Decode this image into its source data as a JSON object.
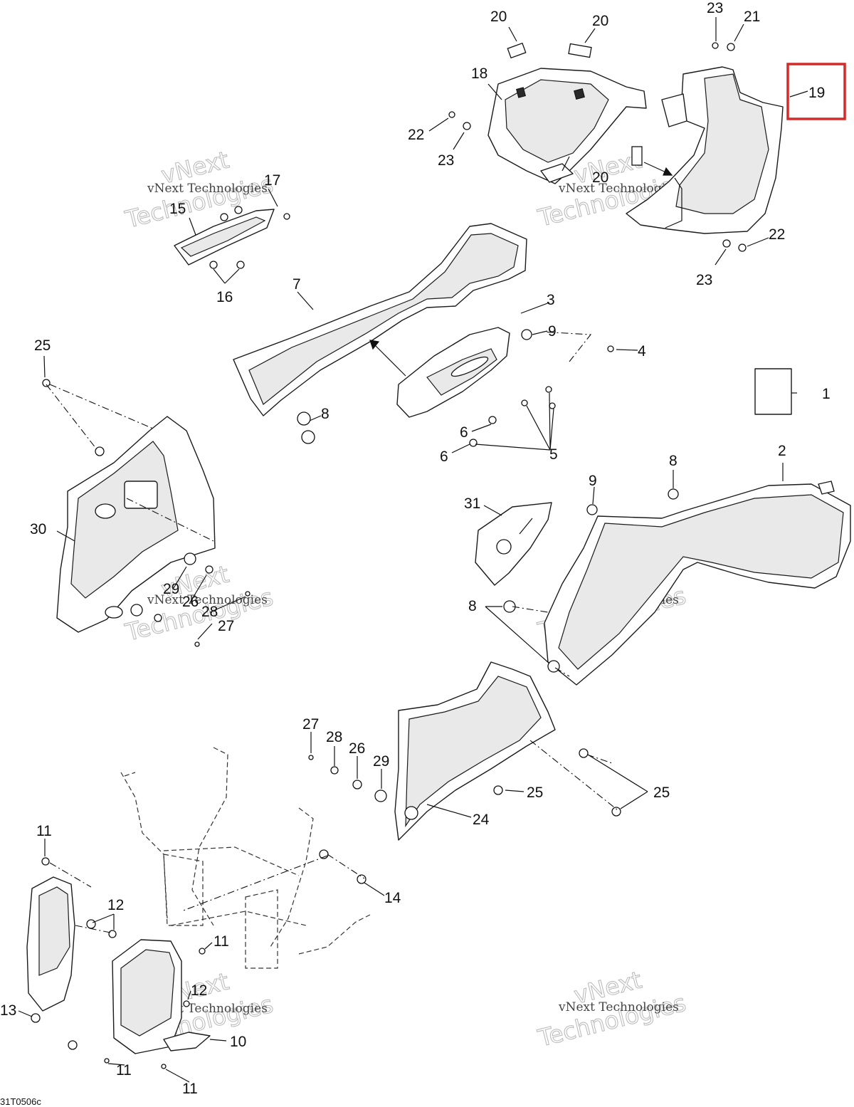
{
  "diagram": {
    "reference_code": "31T0506c",
    "watermark": {
      "line1": "vNext Technologies",
      "line2": "vNext",
      "line3": "Technologies"
    },
    "highlight_color": "#d42a2a",
    "callouts": {
      "c1": "1",
      "c2": "2",
      "c3": "3",
      "c4": "4",
      "c5": "5",
      "c6a": "6",
      "c6b": "6",
      "c7": "7",
      "c8a": "8",
      "c8b": "8",
      "c8c": "8",
      "c9a": "9",
      "c9b": "9",
      "c10": "10",
      "c11a": "11",
      "c11b": "11",
      "c11c": "11",
      "c11d": "11",
      "c12a": "12",
      "c12b": "12",
      "c13": "13",
      "c14": "14",
      "c15": "15",
      "c16": "16",
      "c17": "17",
      "c18": "18",
      "c19": "19",
      "c20a": "20",
      "c20b": "20",
      "c20c": "20",
      "c21": "21",
      "c22a": "22",
      "c22b": "22",
      "c23a": "23",
      "c23b": "23",
      "c23c": "23",
      "c24": "24",
      "c25a": "25",
      "c25b": "25",
      "c25c": "25",
      "c26a": "26",
      "c26b": "26",
      "c27a": "27",
      "c27b": "27",
      "c28a": "28",
      "c28b": "28",
      "c29a": "29",
      "c29b": "29",
      "c30": "30",
      "c31": "31"
    }
  }
}
